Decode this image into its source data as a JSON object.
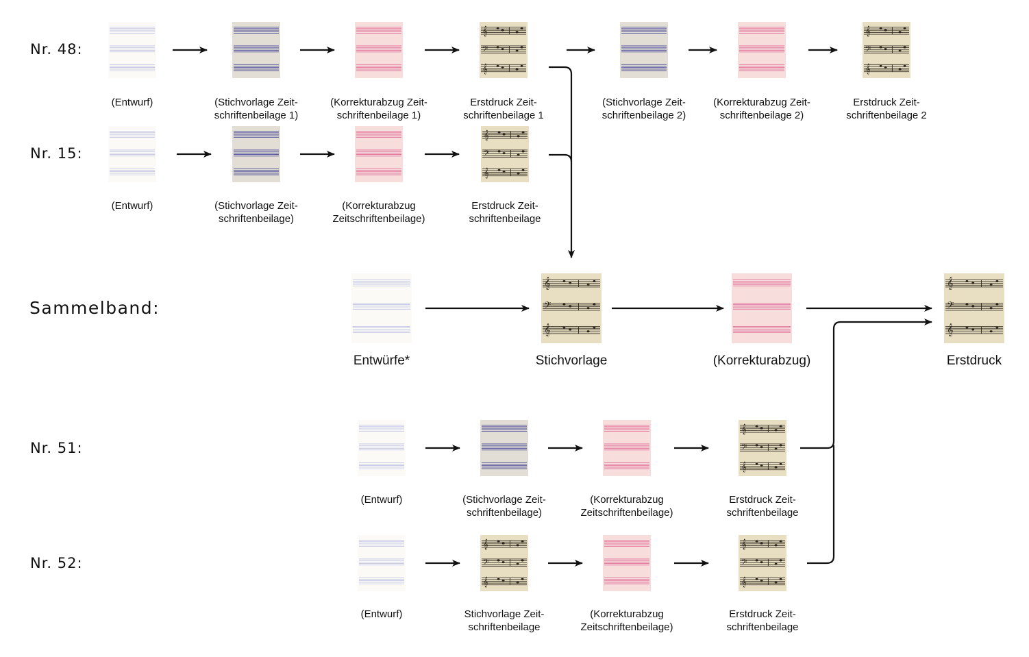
{
  "colors": {
    "draft_line": "#aab0dc",
    "draft_bg": "#fbfaf7",
    "copy_line": "#4e4f99",
    "copy_bg": "#e3ded5",
    "proof_line": "#e0709a",
    "proof_bg": "#f7dedd",
    "print_bg": "#e8dfc3",
    "arrow": "#111111"
  },
  "rows": [
    {
      "id": "nr48",
      "label": "Nr. 48:",
      "stages": [
        {
          "caption": "(Entwurf)",
          "kind": "draft"
        },
        {
          "caption": "(Stichvorlage Zeit-\nschriftenbeilage 1)",
          "kind": "copy"
        },
        {
          "caption": "(Korrekturabzug Zeit-\nschriftenbeilage 1)",
          "kind": "proof"
        },
        {
          "caption": "Erstdruck Zeit-\nschriftenbeilage 1",
          "kind": "print"
        },
        {
          "caption": "(Stichvorlage Zeit-\nschriftenbeilage 2)",
          "kind": "copy"
        },
        {
          "caption": "(Korrekturabzug Zeit-\nschriftenbeilage 2)",
          "kind": "proof"
        },
        {
          "caption": "Erstdruck Zeit-\nschriftenbeilage 2",
          "kind": "print"
        }
      ]
    },
    {
      "id": "nr15",
      "label": "Nr. 15:",
      "stages": [
        {
          "caption": "(Entwurf)",
          "kind": "draft"
        },
        {
          "caption": "(Stichvorlage Zeit-\nschriftenbeilage)",
          "kind": "copy"
        },
        {
          "caption": "(Korrekturabzug\nZeitschriftenbeilage)",
          "kind": "proof"
        },
        {
          "caption": "Erstdruck Zeit-\nschriftenbeilage",
          "kind": "print"
        }
      ]
    },
    {
      "id": "sammelband",
      "label": "Sammelband:",
      "stages": [
        {
          "caption": "Entwürfe*",
          "kind": "draft"
        },
        {
          "caption": "Stichvorlage",
          "kind": "print"
        },
        {
          "caption": "(Korrekturabzug)",
          "kind": "proof"
        },
        {
          "caption": "Erstdruck",
          "kind": "print"
        }
      ]
    },
    {
      "id": "nr51",
      "label": "Nr. 51:",
      "stages": [
        {
          "caption": "(Entwurf)",
          "kind": "draft"
        },
        {
          "caption": "(Stichvorlage Zeit-\nschriftenbeilage)",
          "kind": "copy"
        },
        {
          "caption": "(Korrekturabzug\nZeitschriftenbeilage)",
          "kind": "proof"
        },
        {
          "caption": "Erstdruck Zeit-\nschriftenbeilage",
          "kind": "print"
        }
      ]
    },
    {
      "id": "nr52",
      "label": "Nr. 52:",
      "stages": [
        {
          "caption": "(Entwurf)",
          "kind": "draft"
        },
        {
          "caption": "Stichvorlage Zeit-\nschriftenbeilage",
          "kind": "print"
        },
        {
          "caption": "(Korrekturabzug\nZeitschriftenbeilage)",
          "kind": "proof"
        },
        {
          "caption": "Erstdruck Zeit-\nschriftenbeilage",
          "kind": "print"
        }
      ]
    }
  ]
}
